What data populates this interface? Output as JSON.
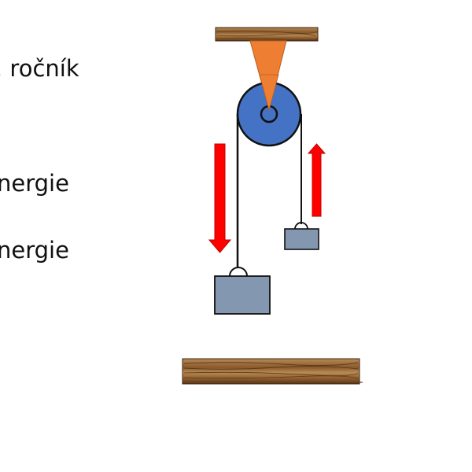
{
  "text_lines": [
    ". ročník",
    "nergie",
    "nergie"
  ],
  "colors": {
    "wood_base": "#8a5a2c",
    "wood_grain": "#5e3a17",
    "wood_light": "#b78a55",
    "support_triangle": "#ee7f32",
    "pulley_fill": "#4472c4",
    "weight_fill": "#8497b0",
    "arrow": "#ff0000",
    "arrow_outline": "#c00000",
    "rope": "#111111"
  },
  "icons": {
    "ceiling": "wooden-ceiling-beam",
    "floor": "wooden-floor-plank",
    "support": "triangle-support",
    "pulley": "pulley-wheel",
    "left_weight": "heavy-weight-block",
    "right_weight": "light-weight-block",
    "down_arrow": "arrow-down",
    "up_arrow": "arrow-up"
  }
}
